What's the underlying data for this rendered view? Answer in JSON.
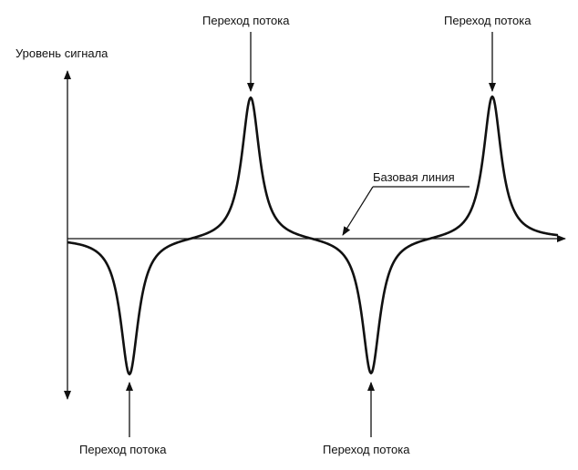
{
  "axis": {
    "label": "Уровень сигнала"
  },
  "baseline": {
    "label": "Базовая линия"
  },
  "annotations": {
    "top_1": "Переход потока",
    "top_2": "Переход потока",
    "bottom_1": "Переход потока",
    "bottom_2": "Переход потока"
  },
  "colors": {
    "ink": "#111111",
    "background": "#ffffff"
  }
}
